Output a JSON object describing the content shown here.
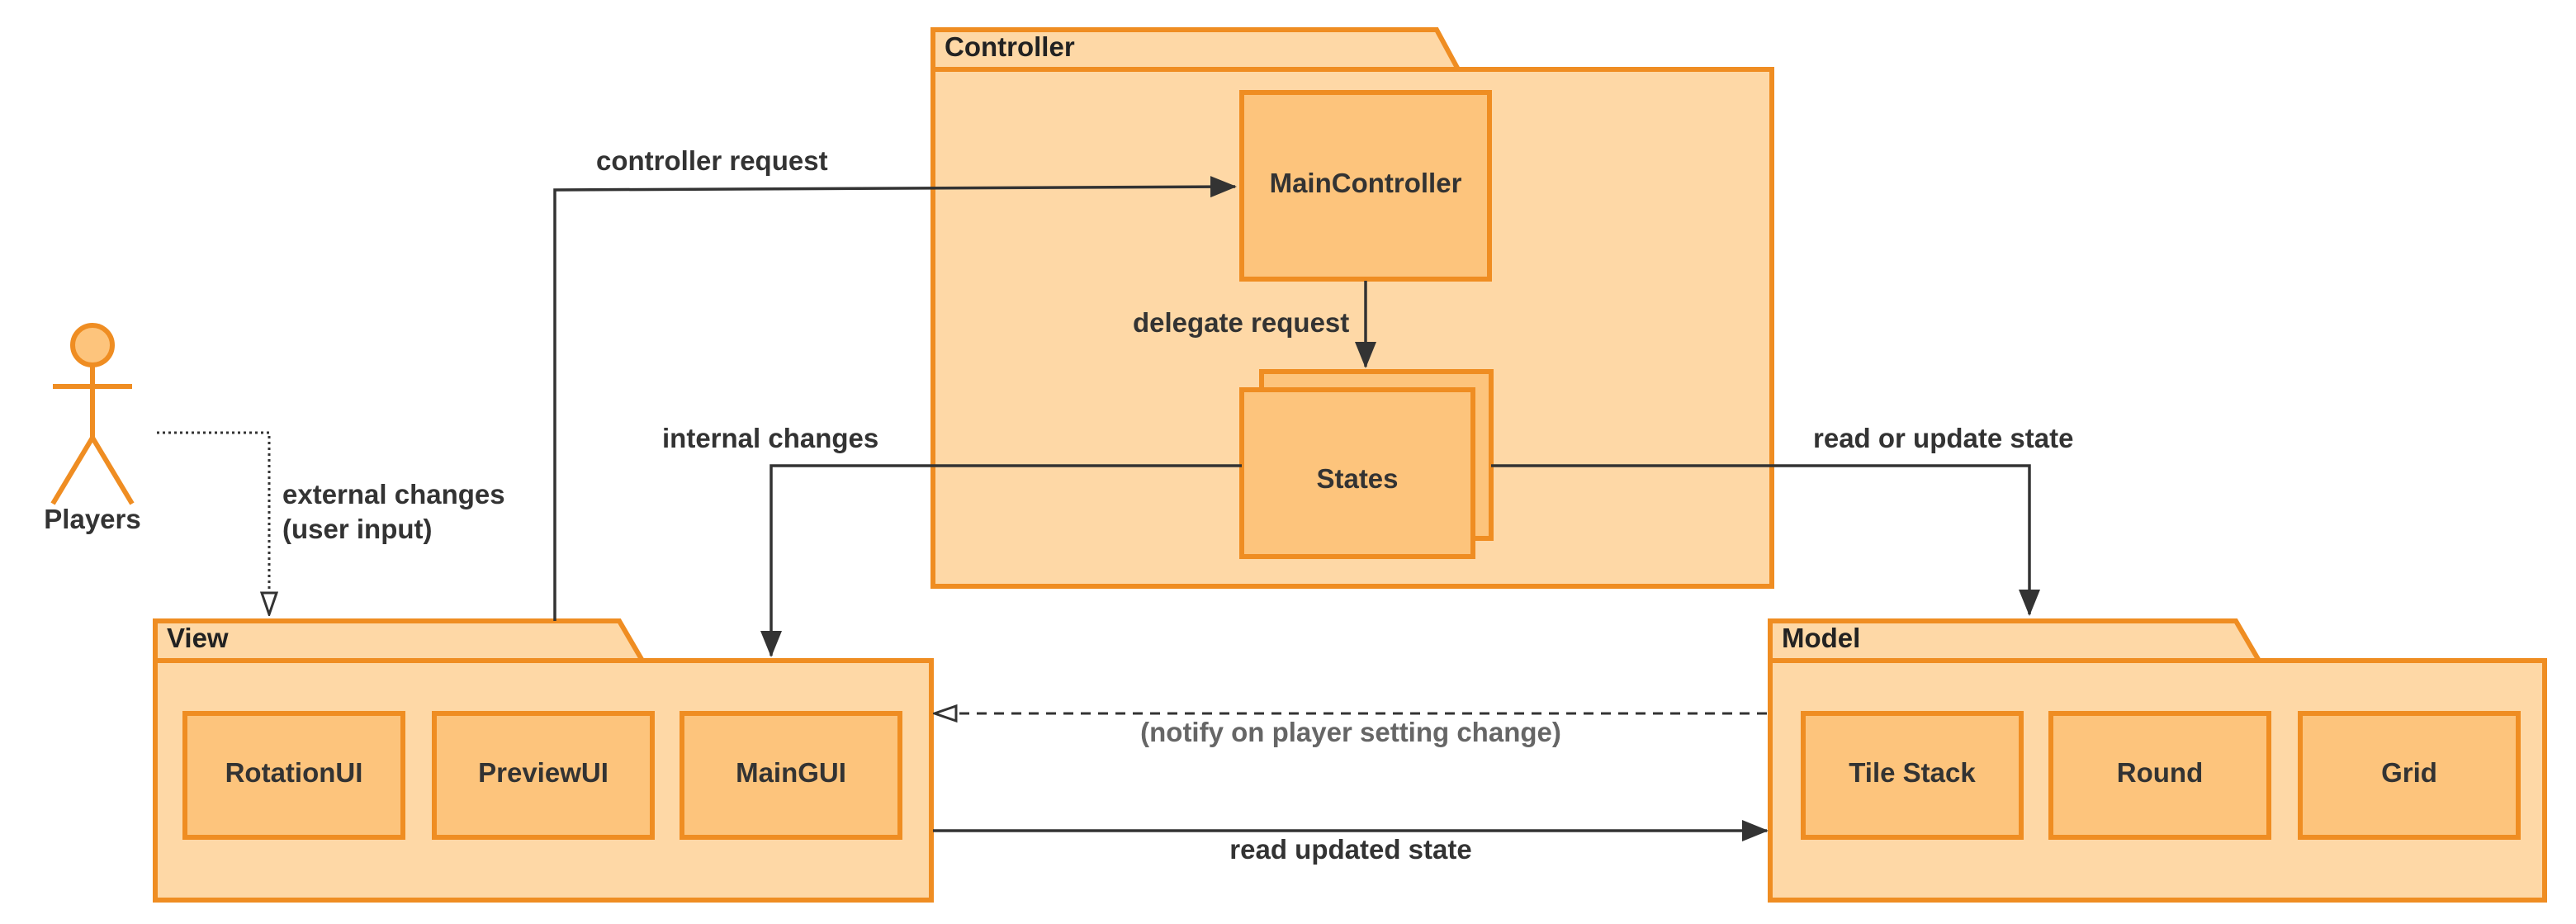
{
  "colors": {
    "package_fill": "#fed8a6",
    "component_fill": "#fdc47c",
    "border": "#ef8d22",
    "line": "#333333"
  },
  "actor": {
    "label": "Players"
  },
  "packages": {
    "controller": {
      "title": "Controller"
    },
    "view": {
      "title": "View"
    },
    "model": {
      "title": "Model"
    }
  },
  "components": {
    "main_controller": "MainController",
    "states": "States",
    "rotation_ui": "RotationUI",
    "preview_ui": "PreviewUI",
    "main_gui": "MainGUI",
    "tile_stack": "Tile Stack",
    "round": "Round",
    "grid": "Grid"
  },
  "edges": {
    "controller_request": "controller request",
    "delegate_request": "delegate request",
    "internal_changes": "internal changes",
    "read_or_update_state": "read or update state",
    "external_changes_line1": "external changes",
    "external_changes_line2": "(user input)",
    "notify": "(notify on player setting change)",
    "read_updated_state": "read updated state"
  }
}
